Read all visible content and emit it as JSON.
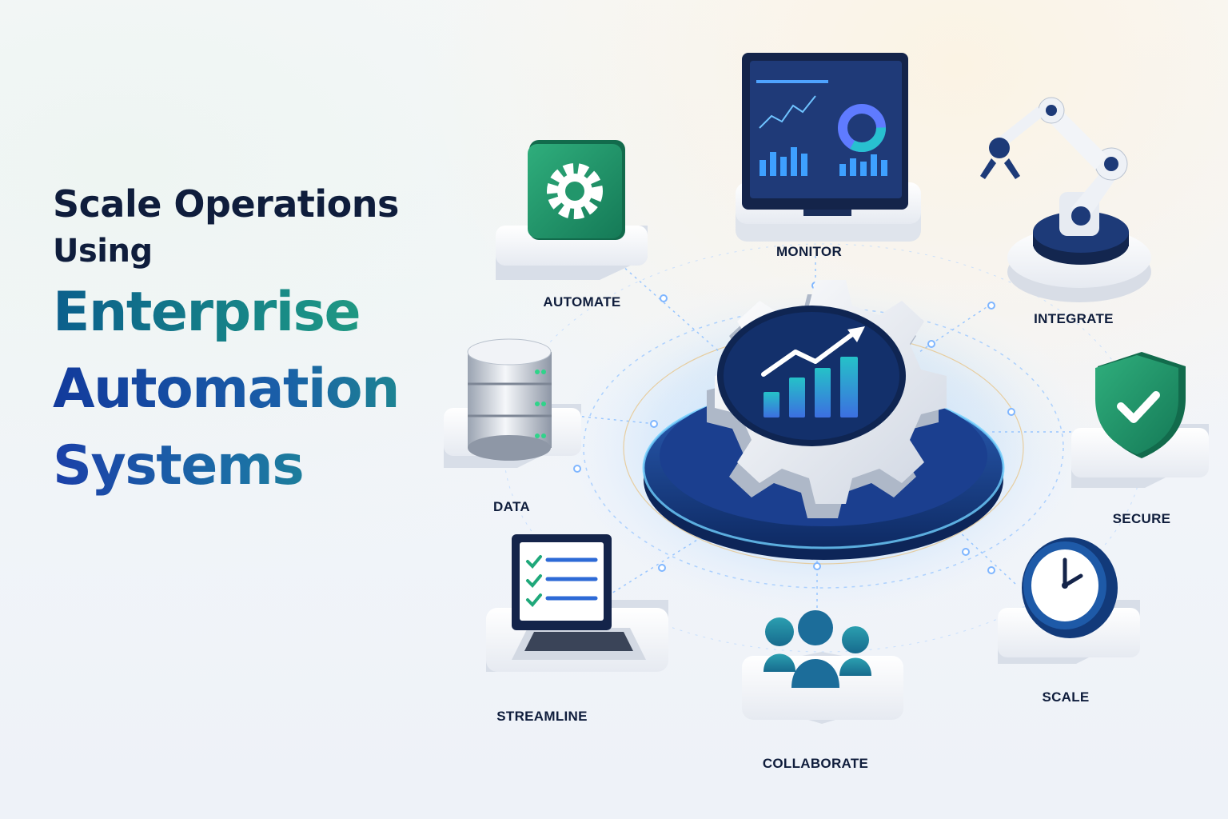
{
  "headline": {
    "line1": "Scale Operations",
    "line2": "Using",
    "line3": "Enterprise",
    "line4": "Automation",
    "line5": "Systems"
  },
  "nodes": {
    "automate": "AUTOMATE",
    "monitor": "MONITOR",
    "integrate": "INTEGRATE",
    "data": "DATA",
    "secure": "SECURE",
    "streamline": "STREAMLINE",
    "collaborate": "COLLABORATE",
    "scale": "SCALE"
  },
  "colors": {
    "navy": "#0f1d3c",
    "teal": "#1a8f86",
    "green": "#2aa87a",
    "blue": "#1b4fb0",
    "glow": "#5aa8ff"
  }
}
